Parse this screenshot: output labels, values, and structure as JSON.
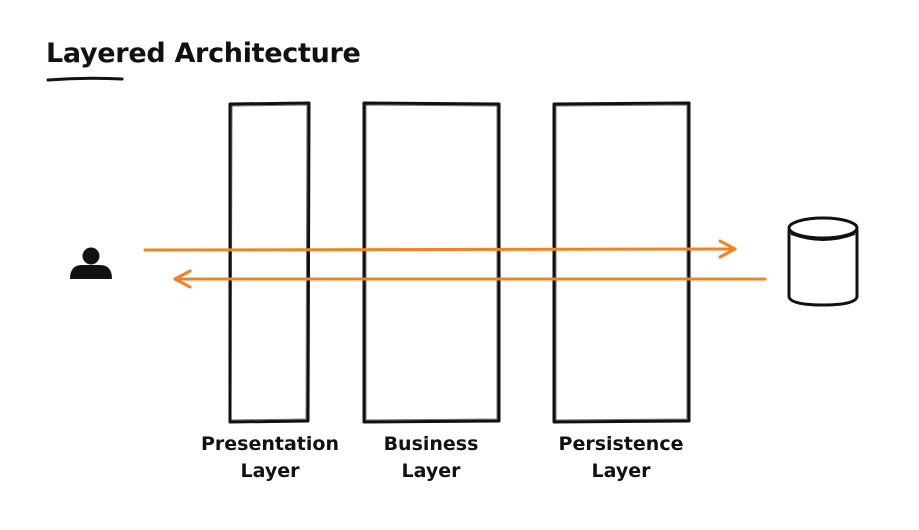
{
  "title": "Layered Architecture",
  "layers": [
    {
      "line1": "Presentation",
      "line2": "Layer"
    },
    {
      "line1": "Business",
      "line2": "Layer"
    },
    {
      "line1": "Persistence",
      "line2": "Layer"
    }
  ],
  "colors": {
    "stroke": "#111111",
    "arrow": "#f08424",
    "background": "#ffffff"
  },
  "icons": {
    "left": "user-icon",
    "right": "database-icon"
  }
}
